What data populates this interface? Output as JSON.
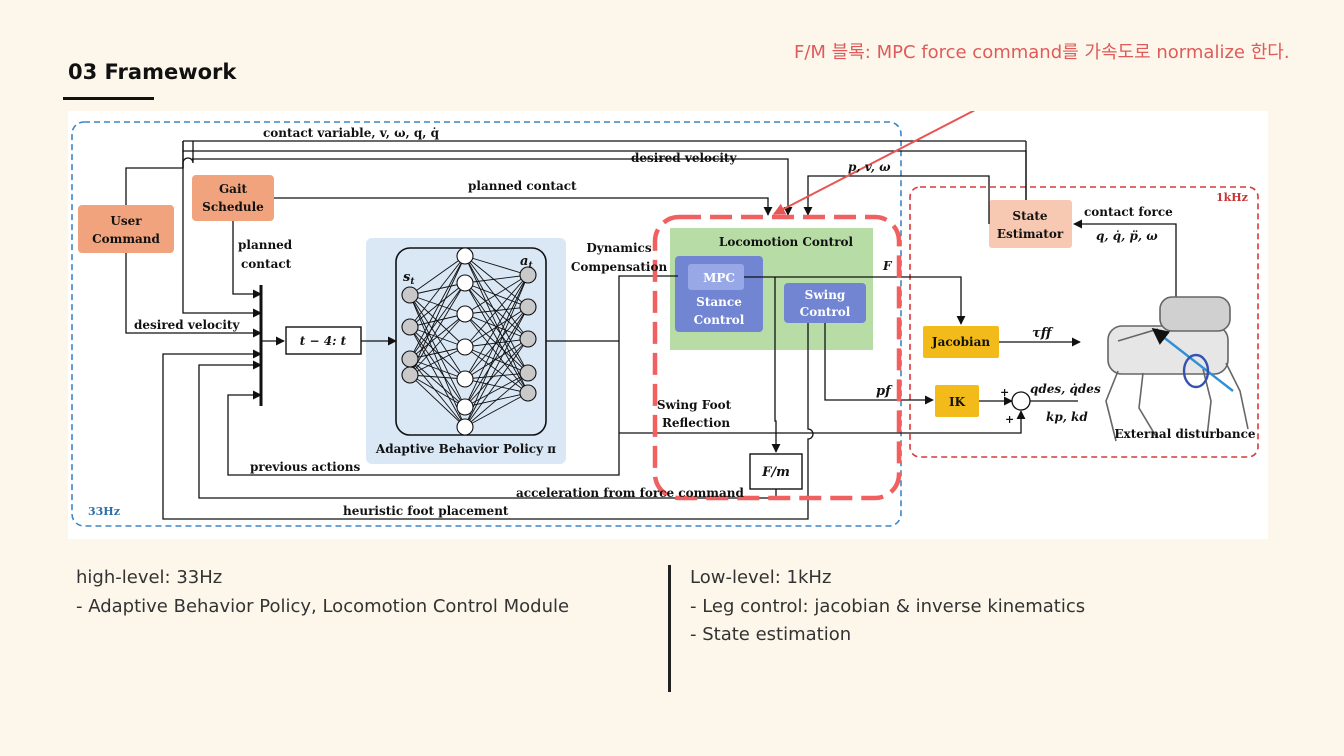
{
  "slide": {
    "title": "03 Framework",
    "annotation": "F/M 블록: MPC force command를 가속도로 normalize 한다."
  },
  "diagram": {
    "rate_high": "33Hz",
    "rate_low": "1kHz",
    "blocks": {
      "user_command_1": "User",
      "user_command_2": "Command",
      "gait_schedule_1": "Gait",
      "gait_schedule_2": "Schedule",
      "time_window": "t − 4: t",
      "policy_label": "Adaptive Behavior Policy π",
      "input_symbol": "s",
      "input_sub": "t",
      "output_symbol": "a",
      "output_sub": "t",
      "locomotion_control": "Locomotion Control",
      "mpc": "MPC",
      "stance_control_1": "Stance",
      "stance_control_2": "Control",
      "swing_control_1": "Swing",
      "swing_control_2": "Control",
      "fm": "F/m",
      "jacobian": "Jacobian",
      "ik": "IK",
      "state_estimator_1": "State",
      "state_estimator_2": "Estimator"
    },
    "labels": {
      "contact_variable": "contact variable, v, ω, q, q̇",
      "desired_velocity_top": "desired velocity",
      "planned_contact_top": "planned contact",
      "pvw": "p, v, ω",
      "planned_contact_left_1": "planned",
      "planned_contact_left_2": "contact",
      "desired_velocity_left": "desired velocity",
      "dynamics_comp_1": "Dynamics",
      "dynamics_comp_2": "Compensation",
      "force_F": "F",
      "tau_ff": "τff",
      "p_f": "pf",
      "q_des": "qdes, q̇des",
      "kp_kd": "kp, kd",
      "swing_foot_1": "Swing Foot",
      "swing_foot_2": "Reflection",
      "previous_actions": "previous actions",
      "accel_force_cmd": "acceleration from force command",
      "heuristic_foot": "heuristic foot placement",
      "contact_force": "contact force",
      "contact_force_vars": "q, q̇, p̈, ω",
      "external_disturbance": "External disturbance",
      "plus_1": "+",
      "plus_2": "+"
    }
  },
  "notes": {
    "left": [
      "high-level: 33Hz",
      "- Adaptive Behavior Policy, Locomotion Control Module"
    ],
    "right": [
      "Low-level: 1kHz",
      "- Leg control: jacobian & inverse kinematics",
      "- State estimation"
    ]
  },
  "colors": {
    "background": "#fcf7ea",
    "annotation": "#e05a5a",
    "high_level_border": "#3d86c6",
    "low_level_border": "#d83a3a",
    "orange_block": "#f0a37c",
    "policy_bg": "#dae7f5",
    "locomotion_bg": "#b7dca6",
    "mpc_block": "#7185d2",
    "yellow_block": "#f2bb1a",
    "fm_highlight": "#f06060"
  }
}
